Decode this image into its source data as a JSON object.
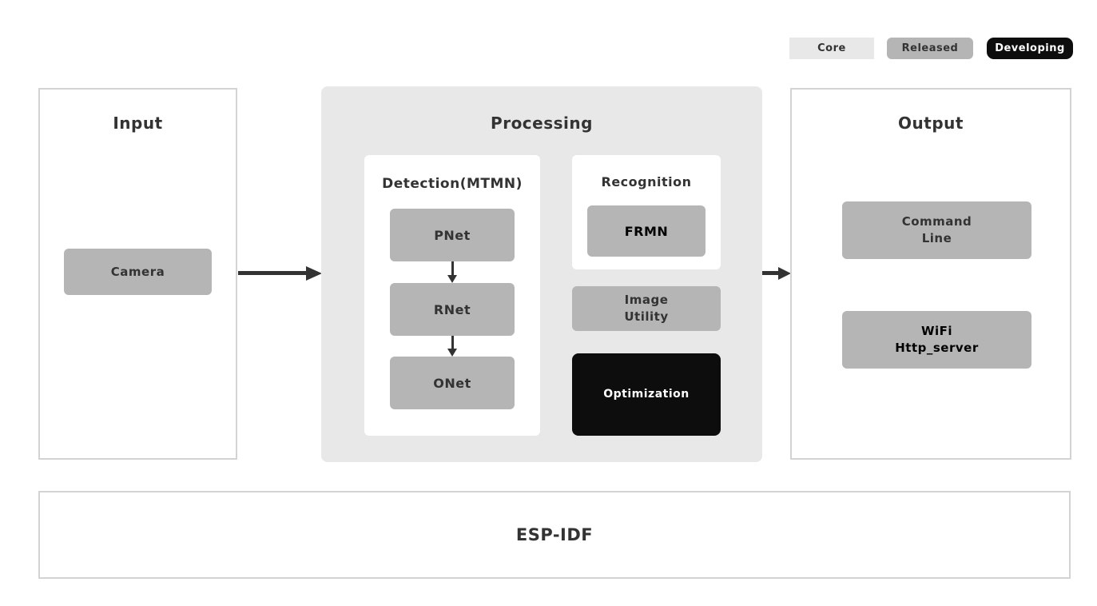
{
  "legend": {
    "items": [
      {
        "label": "Core",
        "color": "#e8e8e8",
        "text_color": "#333333"
      },
      {
        "label": "Released",
        "color": "#b5b5b5",
        "text_color": "#333333"
      },
      {
        "label": "Developing",
        "color": "#0d0d0d",
        "text_color": "#ffffff"
      }
    ]
  },
  "input": {
    "title": "Input",
    "camera": {
      "label": "Camera"
    }
  },
  "processing": {
    "title": "Processing",
    "detection": {
      "title": "Detection(MTMN)",
      "pnet": "PNet",
      "rnet": "RNet",
      "onet": "ONet"
    },
    "recognition": {
      "title": "Recognition",
      "frmn": "FRMN"
    },
    "image_utility": {
      "lines": [
        "Image",
        "Utility"
      ]
    },
    "optimization": {
      "label": "Optimization"
    }
  },
  "output": {
    "title": "Output",
    "command_line": {
      "lines": [
        "Command",
        "Line"
      ]
    },
    "wifi_server": {
      "lines": [
        "WiFi",
        "Http_server"
      ]
    }
  },
  "foundation": {
    "title": "ESP-IDF"
  },
  "palette": {
    "node-gray": "#b5b5b5",
    "container-gray": "#e8e8e8",
    "black": "#0d0d0d",
    "border-gray": "#d3d3d3",
    "text-dark": "#333333",
    "arrow": "#333333"
  }
}
